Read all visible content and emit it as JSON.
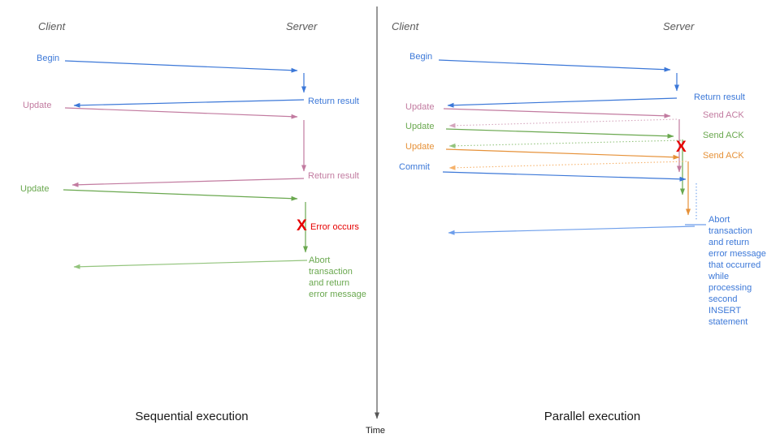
{
  "colors": {
    "blue": "#3c78d8",
    "light_blue": "#6d9eeb",
    "pink": "#c27ba0",
    "light_pink": "#d5a6bd",
    "green": "#6aa84f",
    "light_green": "#93c47d",
    "orange": "#e69138",
    "light_orange": "#f6b26b",
    "red": "#e60000",
    "axis": "#555555",
    "heading": "#595959",
    "title": "#1a1a1a"
  },
  "time_axis": {
    "label": "Time"
  },
  "left_panel": {
    "title": "Sequential execution",
    "client_header": "Client",
    "server_header": "Server",
    "begin_label": "Begin",
    "return_result1_label": "Return result",
    "update1_label": "Update",
    "return_result2_label": "Return result",
    "update2_label": "Update",
    "error_x": "X",
    "error_label": "Error occurs",
    "abort_label": "Abort\ntransaction\nand return\nerror message"
  },
  "right_panel": {
    "title": "Parallel execution",
    "client_header": "Client",
    "server_header": "Server",
    "begin_label": "Begin",
    "return_result_label": "Return result",
    "update1_label": "Update",
    "send_ack1_label": "Send ACK",
    "update2_label": "Update",
    "send_ack2_label": "Send ACK",
    "update3_label": "Update",
    "send_ack3_label": "Send ACK",
    "commit_label": "Commit",
    "error_x": "X",
    "abort_label": "Abort\ntransaction\nand return\nerror message\nthat occurred\nwhile\nprocessing\nsecond\nINSERT\nstatement"
  }
}
